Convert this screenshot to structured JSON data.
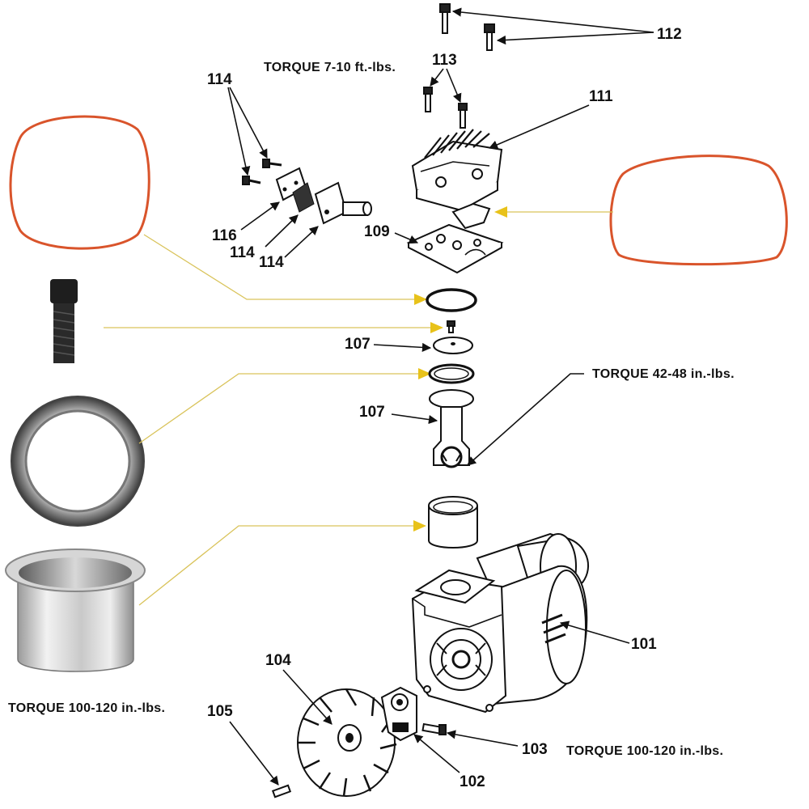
{
  "labels": {
    "p101": "101",
    "p102": "102",
    "p103": "103",
    "p104": "104",
    "p105": "105",
    "p107a": "107",
    "p107b": "107",
    "p109": "109",
    "p111": "111",
    "p112": "112",
    "p113": "113",
    "p114a": "114",
    "p114b": "114",
    "p114c": "114",
    "p116": "116"
  },
  "torque": {
    "head": "TORQUE  7-10 ft.-lbs.",
    "rod": "TORQUE  42-48 in.-lbs.",
    "left": "TORQUE  100-120 in.-lbs.",
    "bottom": "TORQUE  100-120 in.-lbs."
  },
  "colors": {
    "oring": "#d9542b",
    "gasket": "#d9542b",
    "leader_yellow": "#e8c21a",
    "linework": "#111111"
  }
}
